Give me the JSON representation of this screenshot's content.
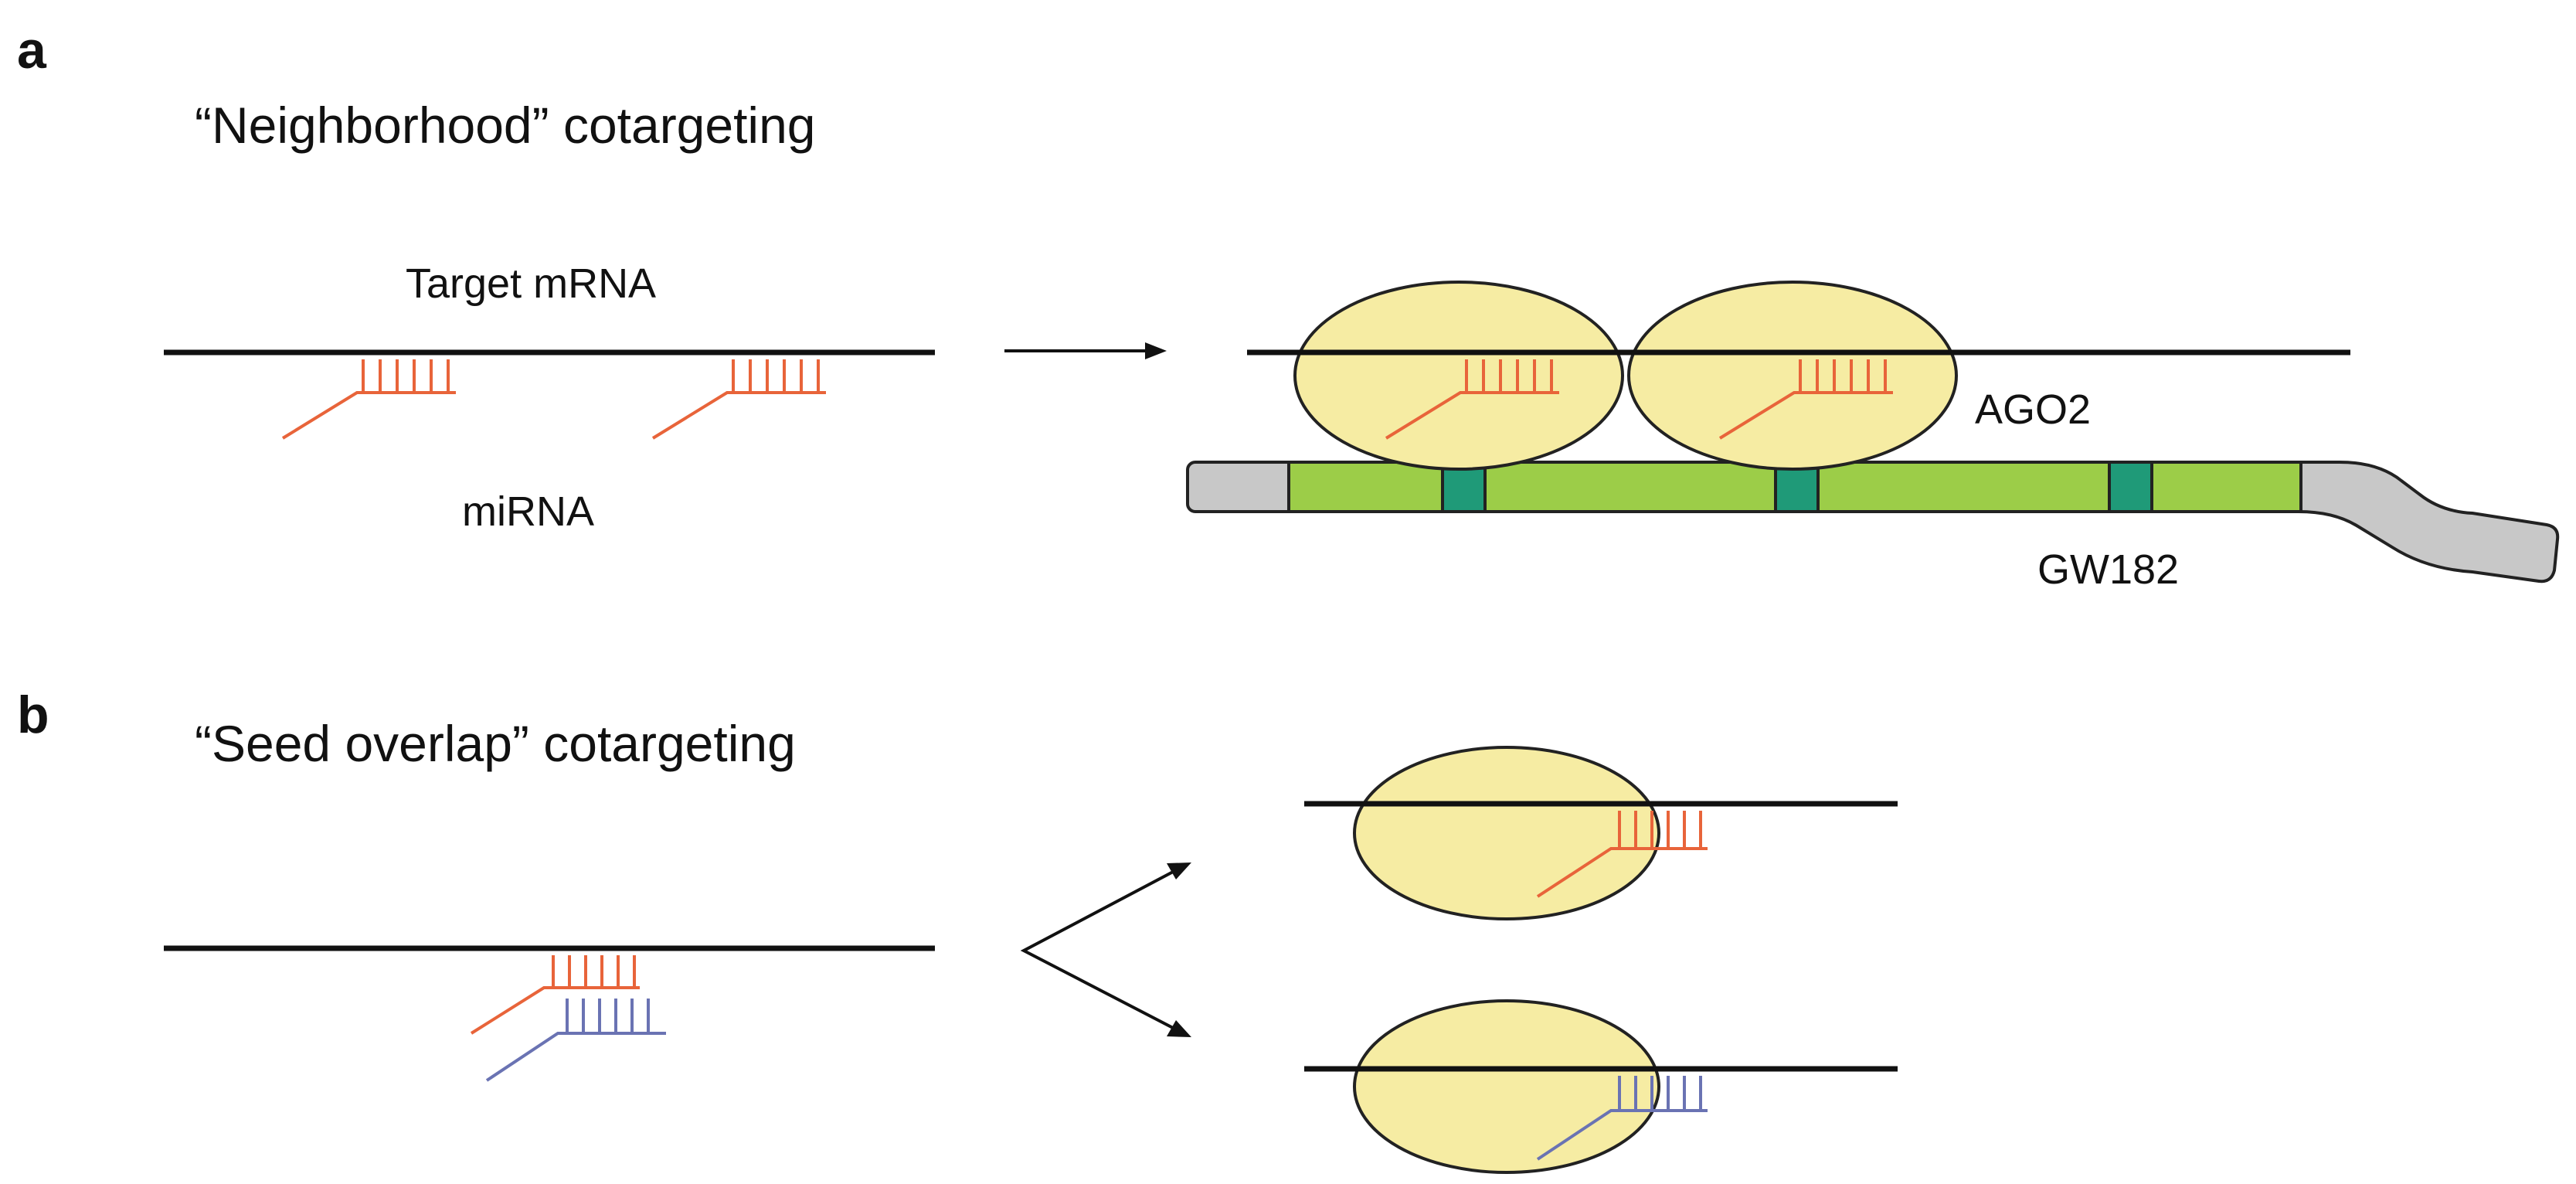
{
  "panels": {
    "a": {
      "letter": "a",
      "title": "“Neighborhood” cotargeting",
      "target_label": "Target mRNA",
      "mirna_label": "miRNA",
      "ago_label": "AGO2",
      "gw_label": "GW182"
    },
    "b": {
      "letter": "b",
      "title": "“Seed overlap” cotargeting"
    }
  },
  "colors": {
    "mrna": "#111111",
    "mirna_a": "#e8643a",
    "mirna_b": "#6a73b3",
    "ago_fill": "#f6eca3",
    "gw_body": "#9ccd48",
    "gw_motif": "#1f9a78",
    "gw_end": "#c8c8c8"
  }
}
